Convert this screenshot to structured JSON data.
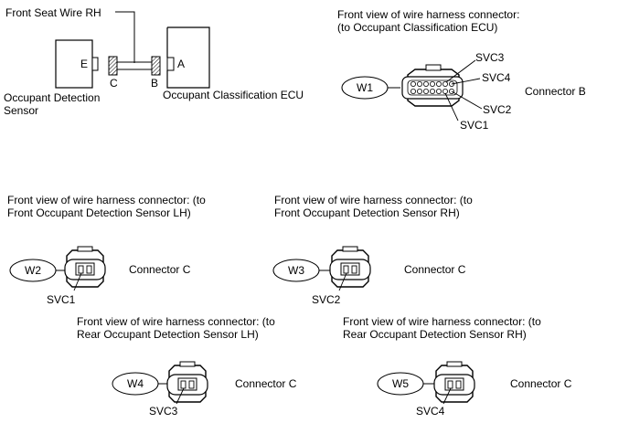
{
  "system": {
    "wire_label": "Front Seat Wire RH",
    "sensor_label_line1": "Occupant Detection",
    "sensor_label_line2": "Sensor",
    "ecu_label": "Occupant Classification ECU",
    "pin_e": "E",
    "pin_a": "A",
    "pin_c": "C",
    "pin_b": "B"
  },
  "connector_b_view": {
    "title_line1": "Front view of wire harness connector:",
    "title_line2": "(to Occupant Classification ECU)",
    "wire_tag": "W1",
    "connector_name": "Connector B",
    "pins": [
      "SVC3",
      "SVC4",
      "SVC2",
      "SVC1"
    ]
  },
  "views": [
    {
      "title_line1": "Front view of wire harness connector: (to",
      "title_line2": "Front Occupant Detection Sensor LH)",
      "wire_tag": "W2",
      "connector_name": "Connector C",
      "pin": "SVC1"
    },
    {
      "title_line1": "Front view of wire harness connector: (to",
      "title_line2": "Front Occupant Detection Sensor RH)",
      "wire_tag": "W3",
      "connector_name": "Connector C",
      "pin": "SVC2"
    },
    {
      "title_line1": "Front view of wire harness connector: (to",
      "title_line2": "Rear Occupant Detection Sensor LH)",
      "wire_tag": "W4",
      "connector_name": "Connector C",
      "pin": "SVC3"
    },
    {
      "title_line1": "Front view of wire harness connector: (to",
      "title_line2": "Rear Occupant Detection Sensor RH)",
      "wire_tag": "W5",
      "connector_name": "Connector C",
      "pin": "SVC4"
    }
  ]
}
